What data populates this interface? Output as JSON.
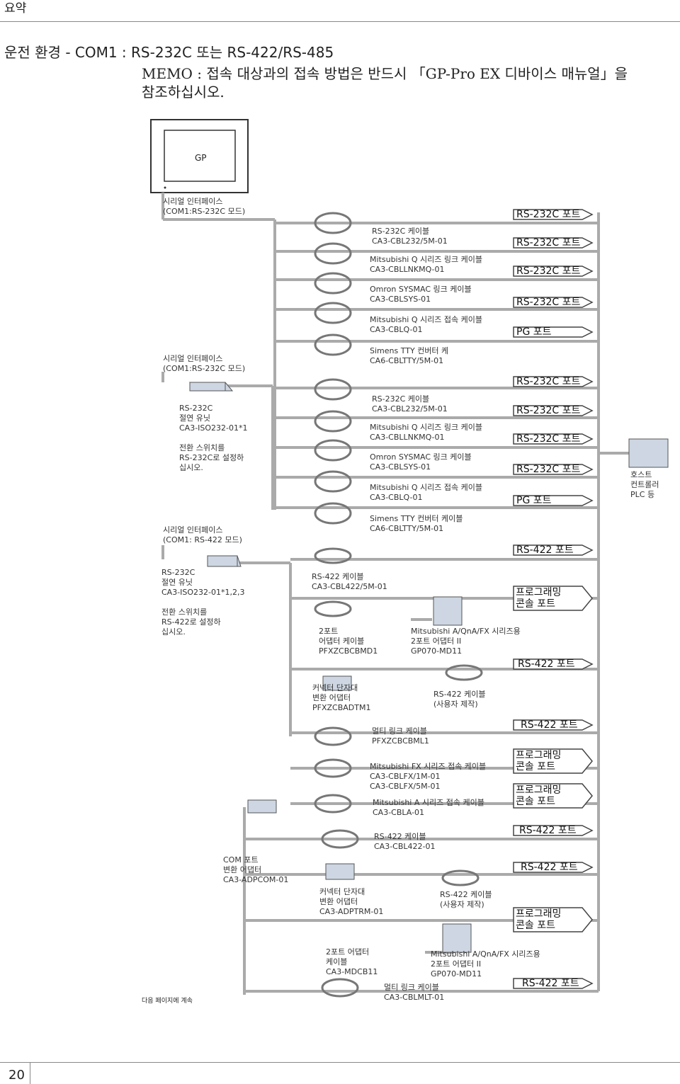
{
  "header": {
    "title": "요약"
  },
  "env": "운전 환경 - COM1 : RS-232C 또는 RS-422/RS-485",
  "memo": {
    "line1": "MEMO : 접속 대상과의 접속 방법은 반드시 「GP-Pro EX 디바이스 매뉴얼」을",
    "line2": "참조하십시오."
  },
  "gp": {
    "label": "GP"
  },
  "left": {
    "serial1": "시리얼 인터페이스\n(COM1:RS-232C 모드)",
    "serial2": "시리얼 인터페이스\n(COM1:RS-232C 모드)",
    "iso1": "RS-232C\n절연 유닛\nCA3-ISO232-01*1\n\n전환 스위치를\nRS-232C로 설정하\n십시오.",
    "serial3": "시리얼 인터페이스\n(COM1: RS-422 모드)",
    "iso2": "RS-232C\n절연 유닛\nCA3-ISO232-01*1,2,3\n\n전환 스위치를\nRS-422로 설정하\n십시오.",
    "adpcom": "COM 포트\n변환 어댑터\nCA3-ADPCOM-01"
  },
  "cables": [
    "RS-232C 케이블\nCA3-CBL232/5M-01",
    "Mitsubishi Q 시리즈 링크 케이블\nCA3-CBLLNKMQ-01",
    "Omron SYSMAC 링크 케이블\nCA3-CBLSYS-01",
    "Mitsubishi Q 시리즈 접속 케이블\nCA3-CBLQ-01",
    "Simens TTY 컨버터 케\nCA6-CBLTTY/5M-01",
    "RS-232C 케이블\nCA3-CBL232/5M-01",
    "Mitsubishi Q 시리즈 링크 케이블\nCA3-CBLLNKMQ-01",
    "Omron SYSMAC 링크 케이블\nCA3-CBLSYS-01",
    "Mitsubishi Q 시리즈 접속 케이블\nCA3-CBLQ-01",
    "Simens TTY 컨버터 케이블\nCA6-CBLTTY/5M-01",
    "RS-422 케이블\nCA3-CBL422/5M-01",
    "2포트\n어댑터 케이블\nPFXZCBCBMD1",
    "Mitsubishi A/QnA/FX 시리즈용\n2포트 어댑터 II\nGP070-MD11",
    "커넥터 단자대\n변환 어댑터\nPFXZCBADTM1",
    "RS-422 케이블\n(사용자 제작)",
    "멀티 링크 케이블\nPFXZCBCBML1",
    "Mitsubishi FX 시리즈 접속 케이블\nCA3-CBLFX/1M-01\nCA3-CBLFX/5M-01",
    "Mitsubishi A 시리즈 접속 케이블\nCA3-CBLA-01",
    "RS-422 케이블\nCA3-CBL422-01",
    "커넥터 단자대\n변환 어댑터\nCA3-ADPTRM-01",
    "RS-422 케이블\n(사용자 제작)",
    "2포트 어댑터\n케이블\nCA3-MDCB11",
    "Mitsubishi A/QnA/FX 시리즈용\n2포트 어댑터 II\nGP070-MD11",
    "멀티 링크 케이블\nCA3-CBLMLT-01"
  ],
  "ports": [
    "RS-232C 포트",
    "RS-232C 포트",
    "RS-232C 포트",
    "RS-232C 포트",
    "PG  포트",
    "RS-232C 포트",
    "RS-232C 포트",
    "RS-232C 포트",
    "RS-232C 포트",
    "PG 포트",
    "RS-422 포트",
    "프로그래밍\n콘솔 포트",
    "RS-422 포트",
    "RS-422 포트",
    "프로그래밍\n콘솔 포트",
    "프로그래밍\n콘솔 포트",
    "RS-422 포트",
    "RS-422 포트",
    "프로그래밍\n콘솔 포트",
    "RS-422 포트"
  ],
  "host": "호스트\n컨트롤러\nPLC 등",
  "footnote": "다음 페이지에 계속",
  "page_number": "20"
}
